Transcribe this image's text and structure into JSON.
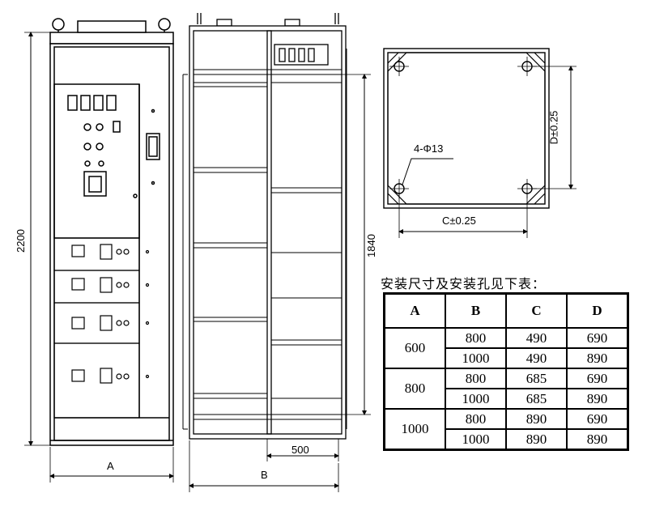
{
  "front_view": {
    "height_label": "2200",
    "width_label": "A"
  },
  "side_view": {
    "depth_label": "B",
    "inner_height_label": "1840",
    "base_label": "500"
  },
  "plan_view": {
    "hole_label": "4-Φ13",
    "c_label": "C±0.25",
    "d_label": "D±0.25"
  },
  "table": {
    "title": "安装尺寸及安装孔见下表：",
    "headers": [
      "A",
      "B",
      "C",
      "D"
    ],
    "groups": [
      {
        "a": "600",
        "rows": [
          {
            "b": "800",
            "c": "490",
            "d": "690"
          },
          {
            "b": "1000",
            "c": "490",
            "d": "890"
          }
        ]
      },
      {
        "a": "800",
        "rows": [
          {
            "b": "800",
            "c": "685",
            "d": "690"
          },
          {
            "b": "1000",
            "c": "685",
            "d": "890"
          }
        ]
      },
      {
        "a": "1000",
        "rows": [
          {
            "b": "800",
            "c": "890",
            "d": "690"
          },
          {
            "b": "1000",
            "c": "890",
            "d": "890"
          }
        ]
      }
    ]
  }
}
